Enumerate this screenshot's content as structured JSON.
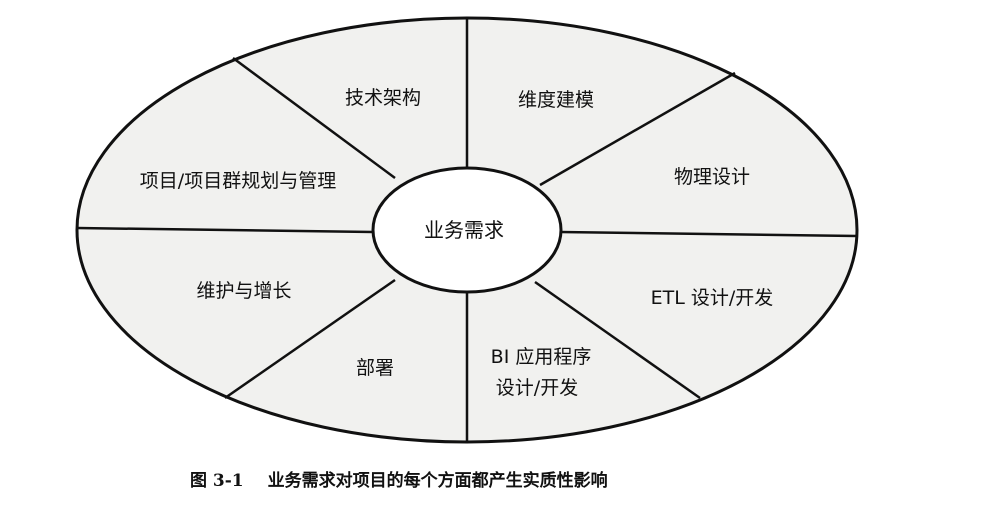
{
  "diagram": {
    "center": "业务需求",
    "segments": [
      {
        "id": "tech",
        "lines": [
          "技术架构"
        ]
      },
      {
        "id": "dim",
        "lines": [
          "维度建模"
        ]
      },
      {
        "id": "phys",
        "lines": [
          "物理设计"
        ]
      },
      {
        "id": "etl",
        "lines": [
          "ETL 设计/开发"
        ]
      },
      {
        "id": "bi",
        "lines": [
          "BI 应用程序",
          "设计/开发"
        ]
      },
      {
        "id": "deploy",
        "lines": [
          "部署"
        ]
      },
      {
        "id": "maint",
        "lines": [
          "维护与增长"
        ]
      },
      {
        "id": "plan",
        "lines": [
          "项目/项目群规划与管理"
        ]
      }
    ]
  },
  "caption": {
    "number": "图 3-1",
    "text": "业务需求对项目的每个方面都产生实质性影响"
  },
  "colors": {
    "fill": "#f1f1ef",
    "stroke": "#111111",
    "center_fill": "#ffffff"
  }
}
